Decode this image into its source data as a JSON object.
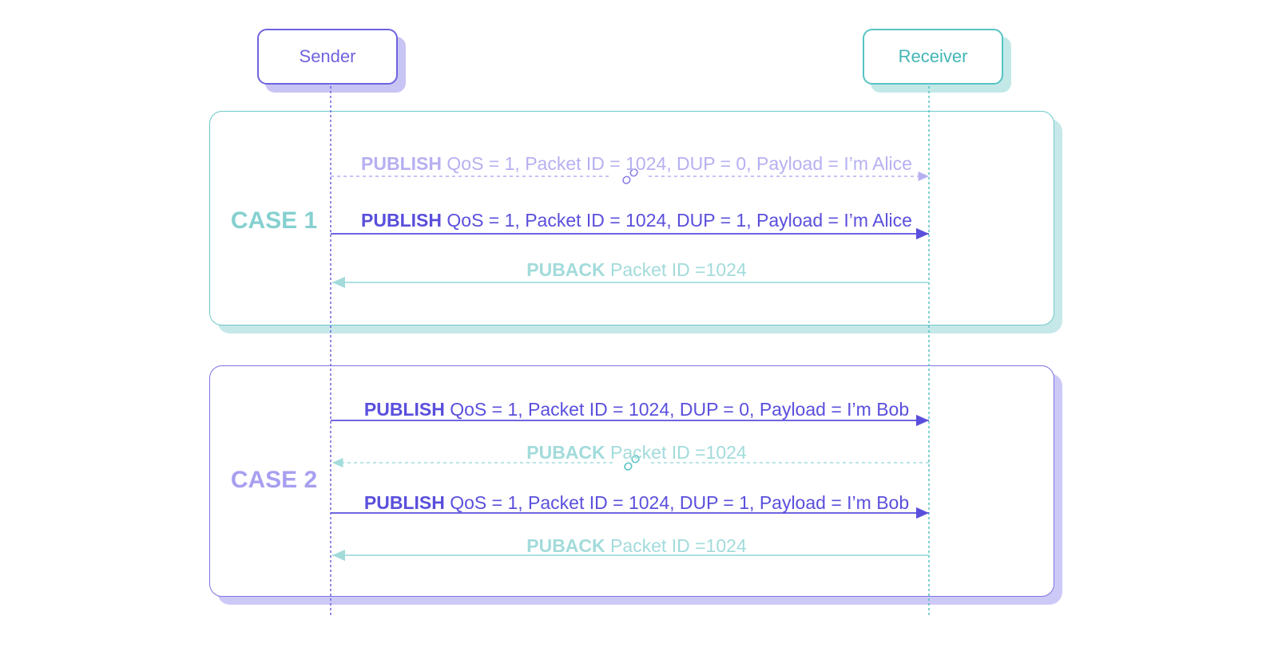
{
  "actors": {
    "sender": "Sender",
    "receiver": "Receiver"
  },
  "cases": [
    {
      "label": "CASE 1",
      "messages": [
        {
          "type": "PUBLISH",
          "details": "QoS = 1, Packet ID = 1024, DUP = 0, Payload = I’m Alice",
          "direction": "sender-to-receiver",
          "status": "lost"
        },
        {
          "type": "PUBLISH",
          "details": "QoS = 1, Packet ID = 1024, DUP = 1, Payload = I’m Alice",
          "direction": "sender-to-receiver",
          "status": "delivered"
        },
        {
          "type": "PUBACK",
          "details": "Packet ID =1024",
          "direction": "receiver-to-sender",
          "status": "delivered"
        }
      ]
    },
    {
      "label": "CASE 2",
      "messages": [
        {
          "type": "PUBLISH",
          "details": "QoS = 1, Packet ID = 1024, DUP = 0, Payload = I’m Bob",
          "direction": "sender-to-receiver",
          "status": "delivered"
        },
        {
          "type": "PUBACK",
          "details": "Packet ID =1024",
          "direction": "receiver-to-sender",
          "status": "lost"
        },
        {
          "type": "PUBLISH",
          "details": "QoS = 1, Packet ID = 1024, DUP = 1, Payload = I’m Bob",
          "direction": "sender-to-receiver",
          "status": "delivered"
        },
        {
          "type": "PUBACK",
          "details": "Packet ID =1024",
          "direction": "receiver-to-sender",
          "status": "delivered"
        }
      ]
    }
  ],
  "colors": {
    "purple": "#5a4fdc",
    "purple_light": "#b6b0f1",
    "teal": "#57c3c3",
    "teal_light": "#a3dbdb"
  },
  "icons": {
    "lost_message": "broken-link-icon"
  }
}
